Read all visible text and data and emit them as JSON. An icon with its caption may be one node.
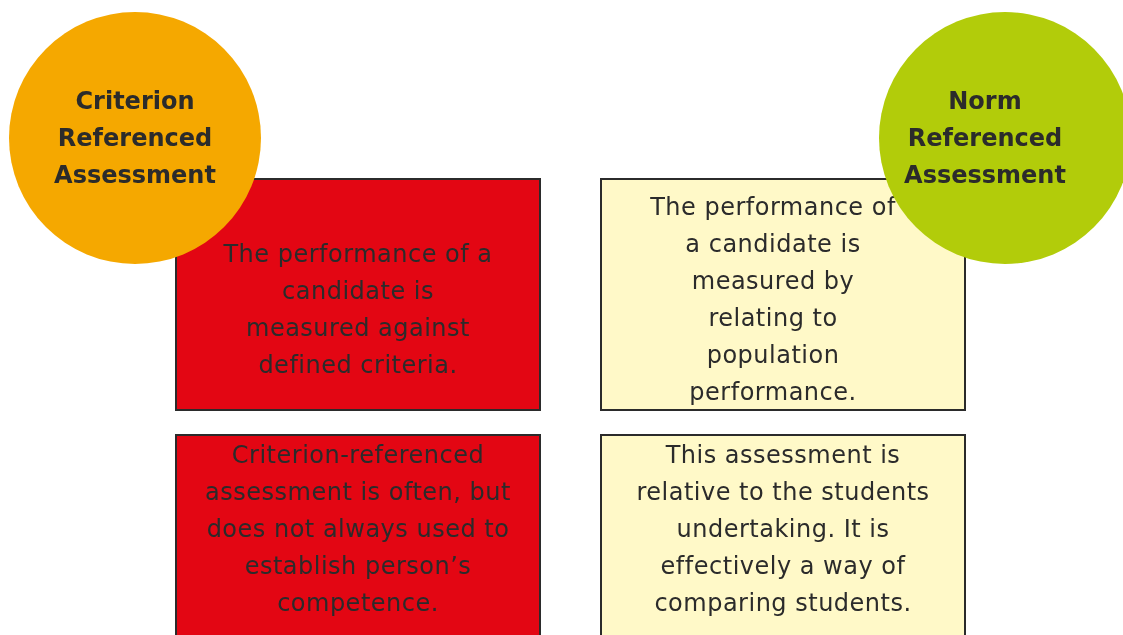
{
  "diagram": {
    "nodes": [
      {
        "text": [
          "Criterion Referenced Assessment"
        ]
      },
      {
        "text": [
          "Norm Referenced Assessment"
        ]
      },
      {
        "text": [
          "The performance of a candidate is measured against defined criteria."
        ]
      },
      {
        "text": [
          "The performance of a candidate is measured by relating to population performance."
        ]
      },
      {
        "text": [
          "Criterion-referenced assessment is often, but does not always used to establish person’s competence."
        ]
      },
      {
        "text": [
          "This assessment is relative to the students undertaking. It is effectively a way of comparing students."
        ]
      }
    ],
    "edges": []
  }
}
